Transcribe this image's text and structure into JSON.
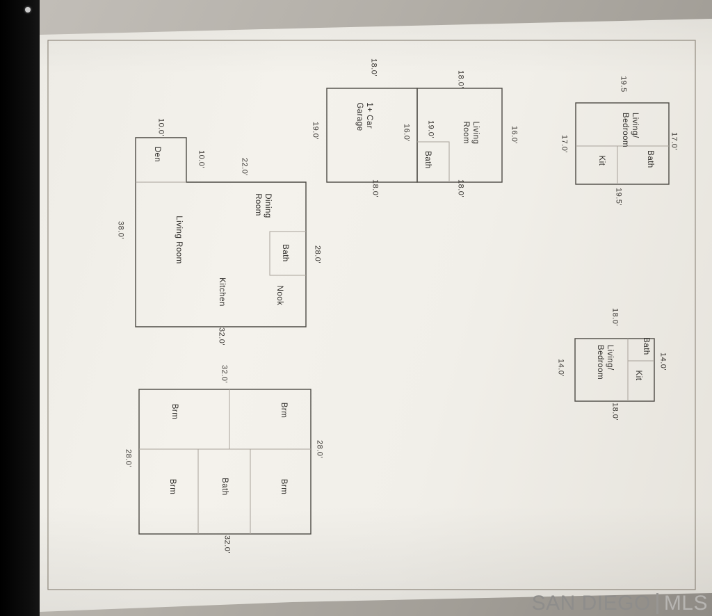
{
  "watermark": {
    "left": "SAN DIEGO",
    "right": "MLS"
  },
  "unit_a": {
    "living_line1": "Living/",
    "living_line2": "Bedroom",
    "bath": "Bath",
    "kit": "Kit",
    "dim_top": "19.5",
    "dim_right": "17.0'",
    "dim_left": "17.0'",
    "dim_bottom": "19.5'"
  },
  "unit_b": {
    "garage_line1": "1+ Car",
    "garage_line2": "Garage",
    "living_line1": "Living",
    "living_line2": "Room",
    "bath": "Bath",
    "dim_garage_left": "19.0'",
    "dim_garage_top": "18.0'",
    "dim_garage_inner": "16.0'",
    "dim_garage_bottom": "18.0'",
    "dim_living_inner": "19.0'",
    "dim_living_top": "18.0'",
    "dim_living_right": "16.0'",
    "dim_living_bottom": "18.0'"
  },
  "unit_c": {
    "den": "Den",
    "dining_line1": "Dining",
    "dining_line2": "Room",
    "living": "Living Room",
    "bath": "Bath",
    "kitchen": "Kitchen",
    "nook": "Nook",
    "dim_den_top": "10.0'",
    "dim_den_side": "10.0'",
    "dim_top": "22.0'",
    "dim_left": "38.0'",
    "dim_right": "28.0'",
    "dim_bottom": "32.0'"
  },
  "unit_d": {
    "bath": "Bath",
    "kit": "Kit",
    "living_line1": "Living/",
    "living_line2": "Bedroom",
    "dim_top": "18.0'",
    "dim_right": "14.0'",
    "dim_left": "14.0'",
    "dim_bottom": "18.0'"
  },
  "unit_e": {
    "brm_top_right": "Brm",
    "brm_top_left": "Brm",
    "brm_bottom_right": "Brm",
    "bath": "Bath",
    "brm_bottom_left": "Brm",
    "dim_top": "32.0'",
    "dim_right": "28.0'",
    "dim_left": "28.0'",
    "dim_bottom": "32.0'"
  }
}
